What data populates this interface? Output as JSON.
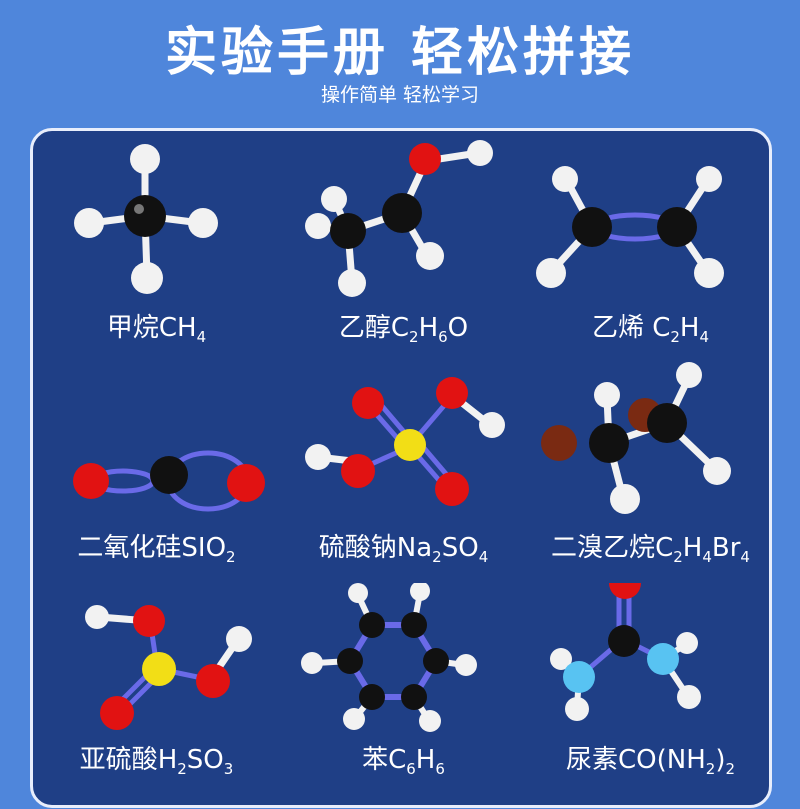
{
  "header": {
    "title": "实验手册 轻松拼接",
    "subtitle": "操作简单 轻松学习"
  },
  "colors": {
    "background": "#4f86db",
    "panel": "#1f3f86",
    "carbon": "#111111",
    "hydrogen": "#f2f2f2",
    "oxygen": "#e11212",
    "sulfur": "#f2de16",
    "nitrogen": "#58c3f2",
    "bromine": "#7a2a12",
    "double_bond": "#6a6ae8"
  },
  "molecules": [
    {
      "name": "甲烷",
      "formula": [
        {
          "t": "CH"
        },
        {
          "s": "4"
        }
      ],
      "icon": "methane-model-icon"
    },
    {
      "name": "乙醇",
      "formula": [
        {
          "t": "C"
        },
        {
          "s": "2"
        },
        {
          "t": "H"
        },
        {
          "s": "6"
        },
        {
          "t": "O"
        }
      ],
      "icon": "ethanol-model-icon"
    },
    {
      "name": "乙烯 ",
      "formula": [
        {
          "t": "C"
        },
        {
          "s": "2"
        },
        {
          "t": "H"
        },
        {
          "s": "4"
        }
      ],
      "icon": "ethylene-model-icon"
    },
    {
      "name": "二氧化硅",
      "formula": [
        {
          "t": "SIO"
        },
        {
          "s": "2"
        }
      ],
      "icon": "silicon-dioxide-model-icon"
    },
    {
      "name": "硫酸钠",
      "formula": [
        {
          "t": "Na"
        },
        {
          "s": "2"
        },
        {
          "t": "SO"
        },
        {
          "s": "4"
        }
      ],
      "icon": "sodium-sulfate-model-icon"
    },
    {
      "name": "二溴乙烷",
      "formula": [
        {
          "t": "C"
        },
        {
          "s": "2"
        },
        {
          "t": "H"
        },
        {
          "s": "4"
        },
        {
          "t": "Br"
        },
        {
          "s": "4"
        }
      ],
      "icon": "dibromoethane-model-icon"
    },
    {
      "name": "亚硫酸",
      "formula": [
        {
          "t": "H"
        },
        {
          "s": "2"
        },
        {
          "t": "SO"
        },
        {
          "s": "3"
        }
      ],
      "icon": "sulfurous-acid-model-icon"
    },
    {
      "name": "苯",
      "formula": [
        {
          "t": "C"
        },
        {
          "s": "6"
        },
        {
          "t": "H"
        },
        {
          "s": "6"
        }
      ],
      "icon": "benzene-model-icon"
    },
    {
      "name": "尿素",
      "formula": [
        {
          "t": "CO(NH"
        },
        {
          "s": "2"
        },
        {
          "t": ")"
        },
        {
          "s": "2"
        }
      ],
      "icon": "urea-model-icon"
    }
  ]
}
